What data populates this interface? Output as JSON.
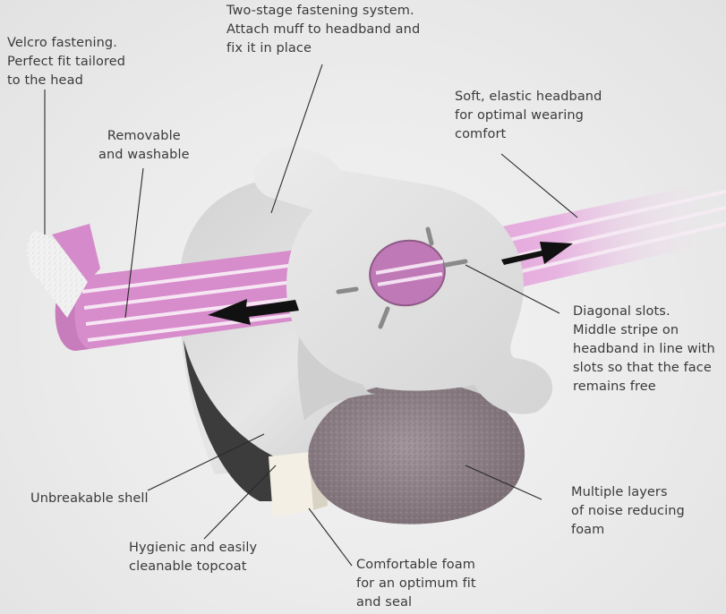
{
  "labels": {
    "velcro": "Velcro fastening.\nPerfect fit tailored\nto the head",
    "two_stage": "Two-stage fastening system.\nAttach muff to headband and\nfix it in place",
    "soft_headband": "Soft, elastic headband\nfor optimal wearing\ncomfort",
    "removable": "Removable\nand washable",
    "diagonal_slots": "Diagonal slots.\nMiddle stripe on\nheadband in line with\nslots so that the face\nremains free",
    "unbreakable": "Unbreakable shell",
    "multiple_layers": "Multiple layers\nof noise reducing\nfoam",
    "hygienic": "Hygienic and easily\ncleanable topcoat",
    "comfortable_foam": "Comfortable foam\nfor an optimum fit\nand seal"
  },
  "colors": {
    "headband_pink": "#d88fd0",
    "headband_stripe": "#f6e8f4",
    "shell": "#dcdcdc",
    "foam": "#8f8289",
    "arrow": "#111111"
  }
}
